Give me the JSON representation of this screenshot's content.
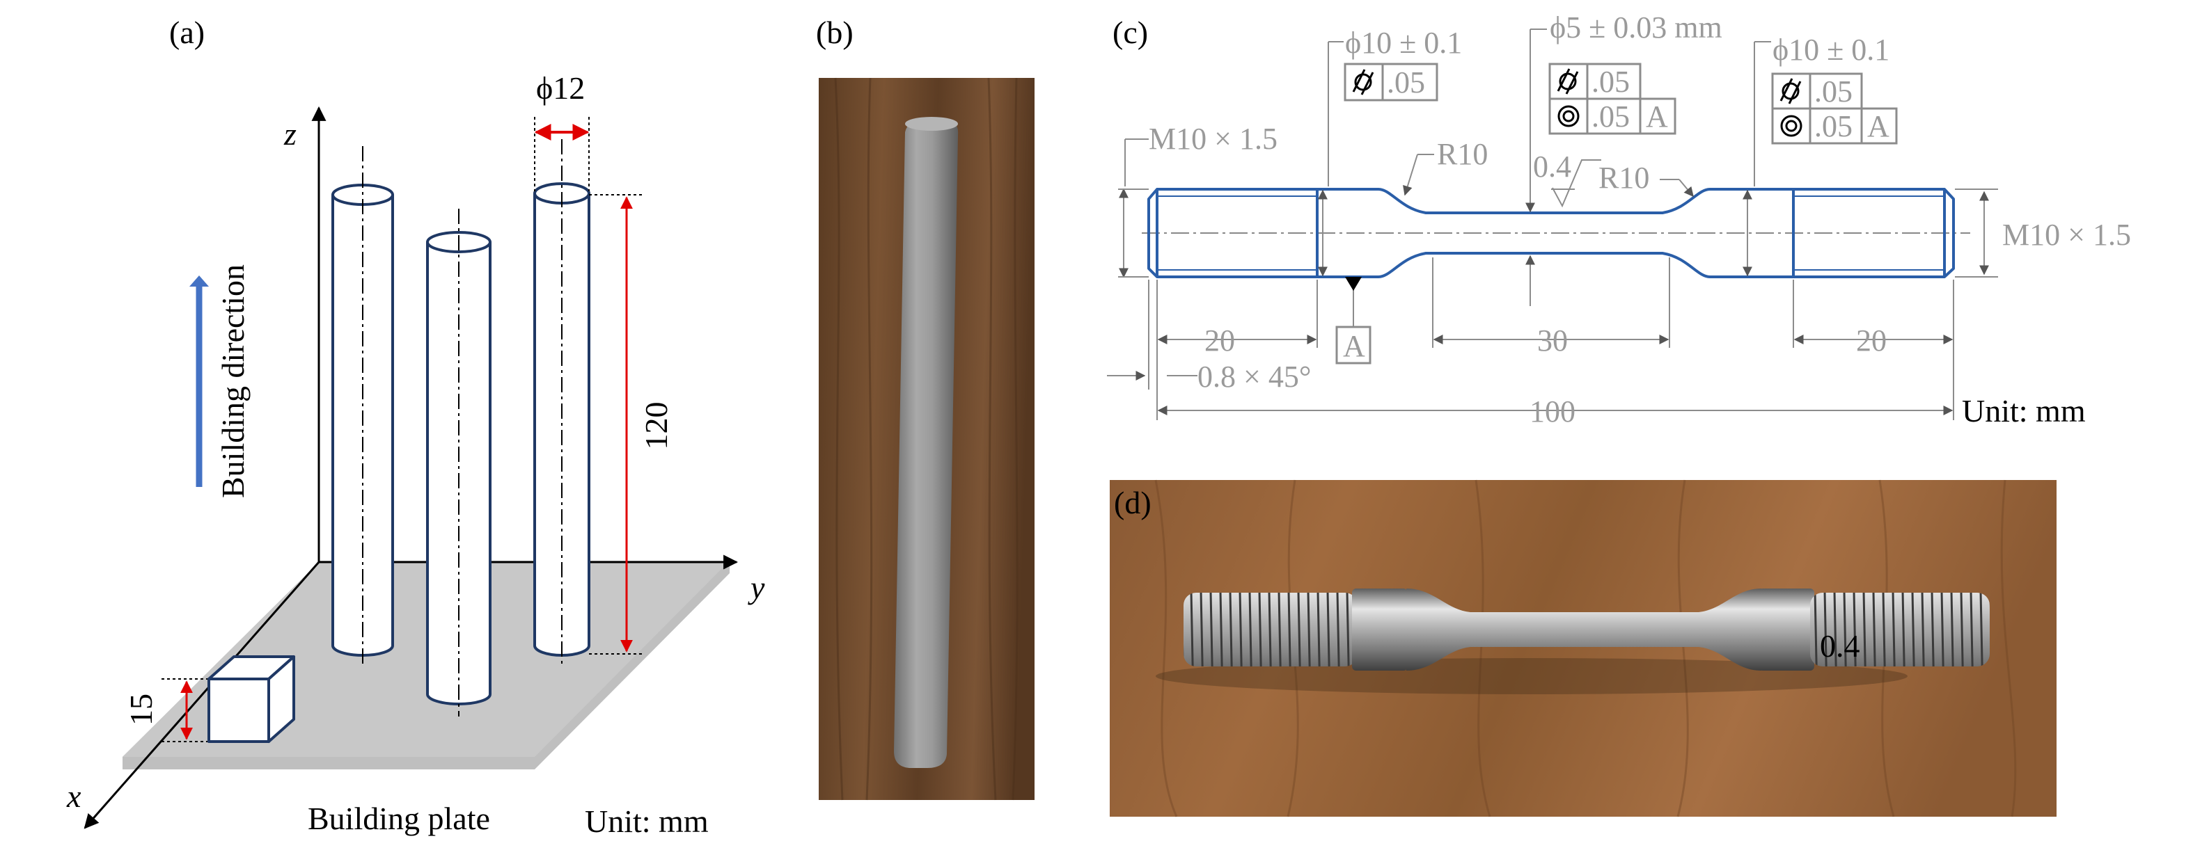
{
  "panels": {
    "a": {
      "label": "(a)",
      "axis_z": "z",
      "axis_y": "y",
      "axis_x": "x",
      "building_direction": "Building direction",
      "diameter_label": "ϕ12",
      "height_label": "120",
      "cube_label": "15",
      "plate_label": "Building plate",
      "unit": "Unit: mm"
    },
    "b": {
      "label": "(b)"
    },
    "c": {
      "label": "(c)",
      "dia_left": "ϕ10 ± 0.1",
      "dia_mid": "ϕ5 ± 0.03 mm",
      "dia_right": "ϕ10 ± 0.1",
      "tol_flat": ".05",
      "tol_conc": ".05",
      "datum": "A",
      "thread_left": "M10 × 1.5",
      "thread_right": "M10 × 1.5",
      "radius_left": "R10",
      "radius_right": "R10",
      "roughness": "0.4",
      "len_left": "20",
      "len_mid": "30",
      "len_right": "20",
      "chamfer": "0.8 × 45°",
      "total": "100",
      "unit": "Unit: mm"
    },
    "d": {
      "label": "(d)",
      "marking": "0.4"
    }
  },
  "colors": {
    "specimen_outline": "#2a5ea8",
    "arrow_blue": "#4472c4",
    "dim_red": "#e00000",
    "plate": "#bfbfbf",
    "dimension_gray": "#9a9a9a"
  }
}
